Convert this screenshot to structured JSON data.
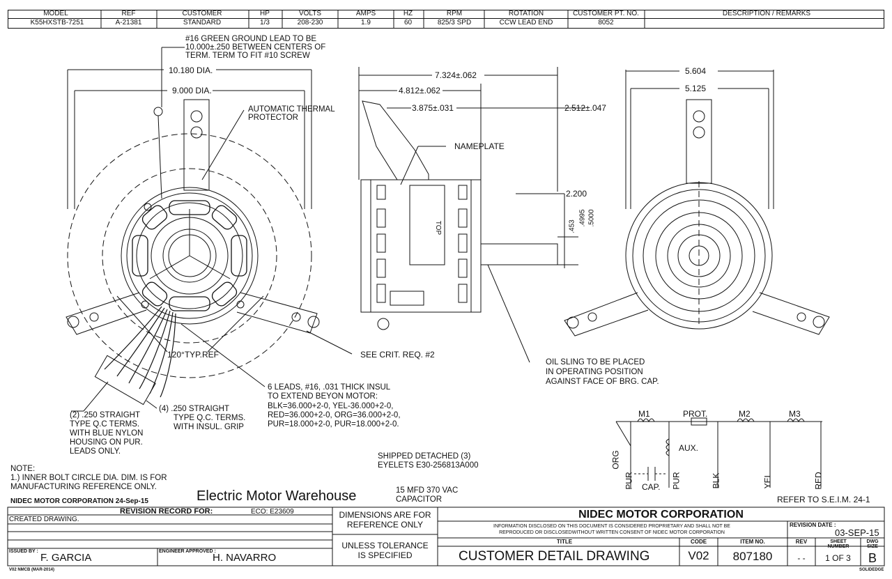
{
  "header": {
    "columns": [
      "MODEL",
      "REF",
      "CUSTOMER",
      "HP",
      "VOLTS",
      "AMPS",
      "HZ",
      "RPM",
      "ROTATION",
      "CUSTOMER PT. NO.",
      "DESCRIPTION / REMARKS"
    ],
    "values": [
      "K55HXSTB-7251",
      "A-21381",
      "STANDARD",
      "1/3",
      "208-230",
      "1.9",
      "60",
      "825/3 SPD",
      "CCW LEAD END",
      "8052",
      ""
    ]
  },
  "front_view": {
    "ground_note": [
      "#16 GREEN GROUND LEAD TO BE",
      "10.000±.250 BETWEEN CENTERS OF",
      "TERM. TERM TO FIT #10 SCREW"
    ],
    "dia_outer": "10.180 DIA.",
    "dia_inner": "9.000 DIA.",
    "thermal": [
      "AUTOMATIC THERMAL",
      "PROTECTOR"
    ],
    "angle": "120°TYP.REF",
    "see_crit": "SEE CRIT. REQ. #2",
    "term_note_a": [
      "(2) .250 STRAIGHT",
      "TYPE Q.C TERMS.",
      "WITH BLUE NYLON",
      "HOUSING ON PUR.",
      "LEADS ONLY."
    ],
    "term_note_b": [
      "(4) .250 STRAIGHT",
      "TYPE Q.C. TERMS.",
      "WITH INSUL. GRIP"
    ],
    "leads_note": [
      "6 LEADS, #16, .031 THICK INSUL",
      "TO EXTEND BEYON MOTOR:",
      "BLK=36.000+2-0, YEL-36.000+2-0,",
      "RED=36.000+2-0, ORG=36.000+2-0,",
      "PUR=18.000+2-0, PUR=18.000+2-0."
    ]
  },
  "side_view": {
    "dim_7324": "7.324±.062",
    "dim_4812": "4.812±.062",
    "dim_3875": "3.875±.031",
    "dim_2512": "2.512±.047",
    "nameplate": "NAMEPLATE",
    "top": "TOP",
    "dim_2200": "2.200",
    "dim_453": ".453",
    "dim_4995": ".4995",
    "dim_5000": ".5000",
    "oil_note": [
      "OIL SLING TO BE PLACED",
      "IN OPERATING POSITION",
      "AGAINST FACE OF BRG. CAP."
    ]
  },
  "rear_view": {
    "dim_5604": "5.604",
    "dim_5125": "5.125"
  },
  "schematic": {
    "m1": "M1",
    "prot": "PROT.",
    "m2": "M2",
    "m3": "M3",
    "aux": "AUX.",
    "cap": "CAP.",
    "leads": [
      "ORG",
      "PUR",
      "PUR",
      "BLK",
      "YEL",
      "RED"
    ]
  },
  "misc": {
    "shipped": [
      "SHIPPED DETACHED (3)",
      "EYELETS E30-256813A000"
    ],
    "capacitor": [
      "15 MFD 370 VAC",
      "CAPACITOR"
    ],
    "note": [
      "NOTE:",
      "1.) INNER BOLT CIRCLE DIA. DIM. IS FOR",
      "MANUFACTURING REFERENCE ONLY."
    ],
    "corp_date": "NIDEC MOTOR CORPORATION 24-Sep-15",
    "watermark": "Electric Motor Warehouse",
    "refer": "REFER TO S.E.I.M. 24-1"
  },
  "title_block": {
    "revision_record": "REVISION RECORD FOR:",
    "eco": "ECO: E23609",
    "created": "CREATED DRAWING.",
    "issued_by_label": "ISSUED BY :",
    "issued_by": "F. GARCIA",
    "engineer_label": "ENGINEER APPROVED :",
    "engineer": "H. NAVARRO",
    "form_code": "V02  NMCB (MAR-2014)",
    "dims_ref": [
      "DIMENSIONS ARE FOR",
      "REFERENCE ONLY"
    ],
    "tolerance": [
      "UNLESS TOLERANCE",
      "IS SPECIFIED"
    ],
    "company": "NIDEC MOTOR CORPORATION",
    "proprietary": [
      "INFORMATION DISCLOSED ON THIS DOCUMENT IS CONSIDERED PROPRIETARY AND SHALL NOT BE",
      "REPRODUCED OR DISCLOSEDWITHOUT WRITTEN CONSENT OF NIDEC MOTOR CORPORATION"
    ],
    "revision_date_label": "REVISION DATE :",
    "revision_date": "03-SEP-15",
    "title_label": "TITLE",
    "title": "CUSTOMER  DETAIL  DRAWING",
    "code_label": "CODE",
    "code": "V02",
    "item_label": "ITEM NO.",
    "item": "807180",
    "rev_label": "REV",
    "rev": "- -",
    "sheet_label": "SHEET NUMBER",
    "sheet": "1  OF  3",
    "dwg_label": "DWG SIZE",
    "dwg": "B",
    "software": "SOLIDEDGE"
  }
}
